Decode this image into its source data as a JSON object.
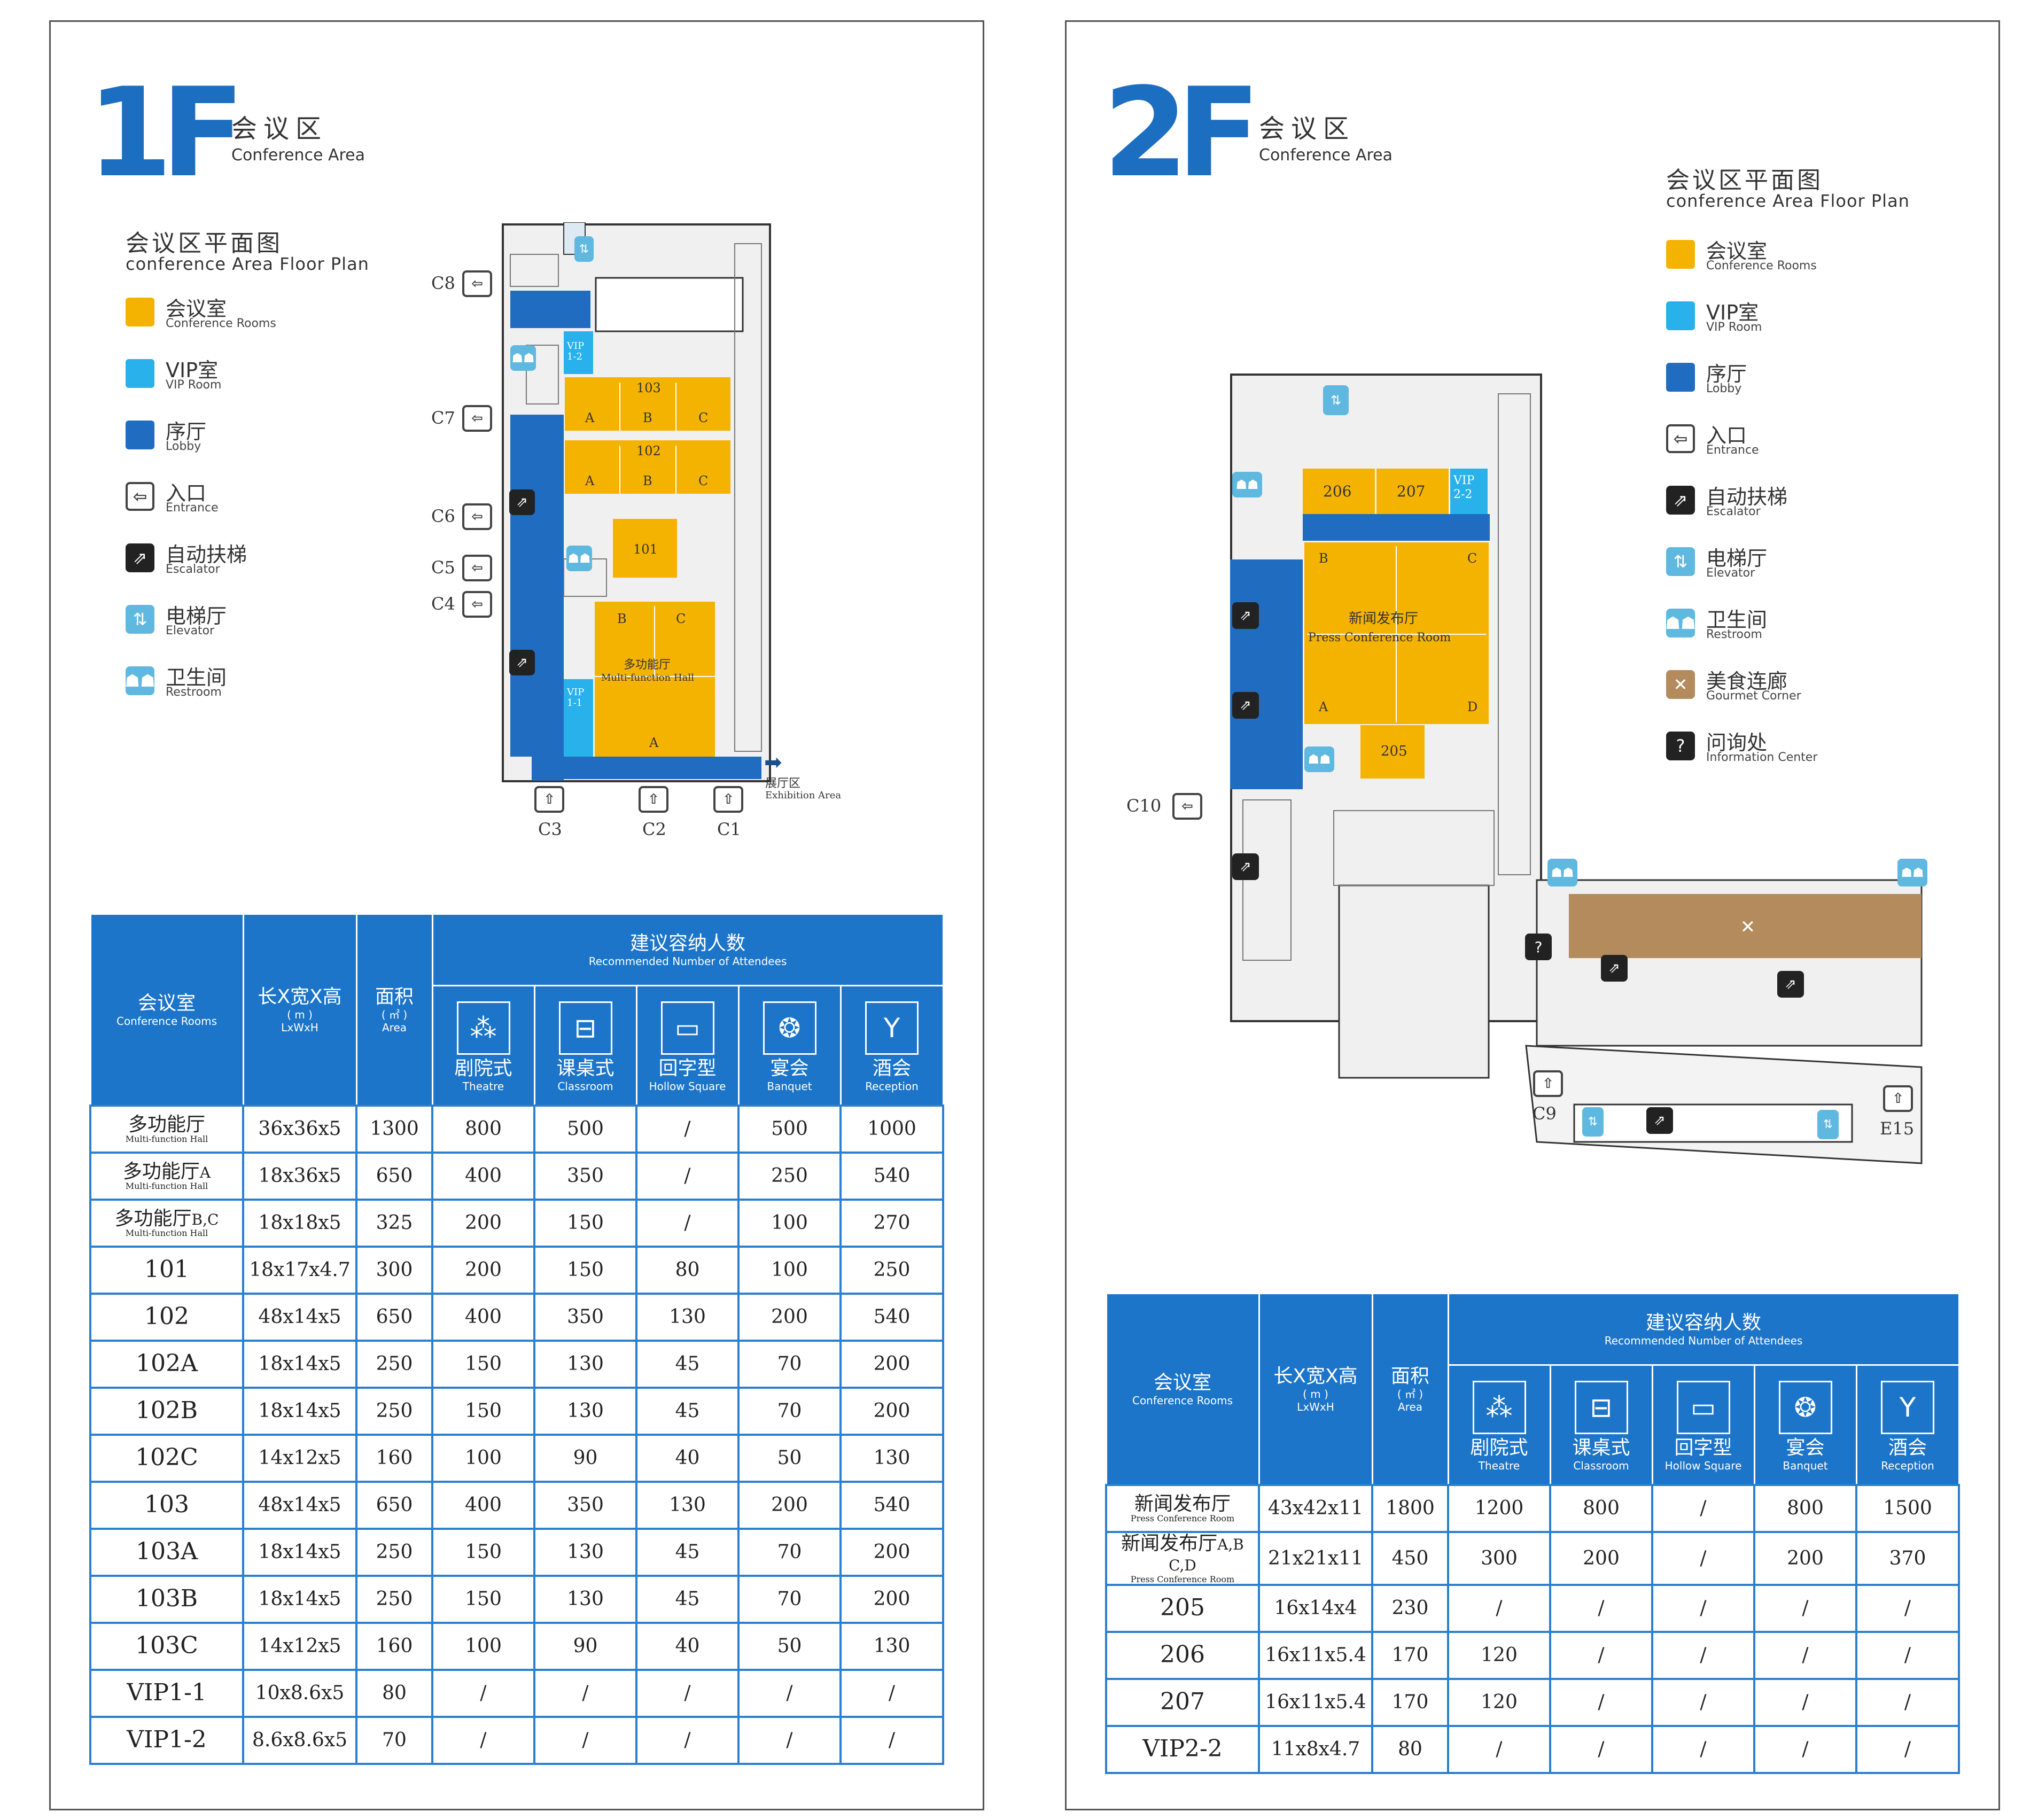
{
  "floor1": {
    "floor_label": "1F",
    "zone_zh": "会议区",
    "zone_en": "Conference Area",
    "plan_zh": "会议区平面图",
    "plan_en": "conference Area Floor Plan",
    "legend": [
      {
        "zh": "会议室",
        "en": "Conference Rooms",
        "icon": "conference-room-swatch",
        "color": "#f5b301"
      },
      {
        "zh": "VIP室",
        "en": "VIP Room",
        "icon": "vip-room-swatch",
        "color": "#29b1ec"
      },
      {
        "zh": "序厅",
        "en": "Lobby",
        "icon": "lobby-swatch",
        "color": "#1f6cc0"
      },
      {
        "zh": "入口",
        "en": "Entrance",
        "icon": "entrance-icon"
      },
      {
        "zh": "自动扶梯",
        "en": "Escalator",
        "icon": "escalator-icon"
      },
      {
        "zh": "电梯厅",
        "en": "Elevator",
        "icon": "elevator-icon"
      },
      {
        "zh": "卫生间",
        "en": "Restroom",
        "icon": "restroom-icon"
      }
    ],
    "map": {
      "gates": [
        "C8",
        "C7",
        "C6",
        "C5",
        "C4",
        "C3",
        "C2",
        "C1"
      ],
      "rooms": {
        "r103": "103",
        "r102": "102",
        "r101": "101",
        "a": "A",
        "b": "B",
        "c": "C",
        "vip12": "VIP 1-2",
        "vip11": "VIP 1-1",
        "hall_zh": "多功能厅",
        "hall_en": "Multi-function Hall"
      },
      "exhibit_zh": "展厅区",
      "exhibit_en": "Exhibition Area"
    },
    "table": {
      "header": {
        "room_zh": "会议室",
        "room_en": "Conference Rooms",
        "dim_zh": "长X宽X高",
        "dim_unit": "( m )",
        "dim_en": "LxWxH",
        "area_zh": "面积",
        "area_unit": "( ㎡ )",
        "area_en": "Area",
        "group_zh": "建议容纳人数",
        "group_en": "Recommended Number of Attendees",
        "theatre_zh": "剧院式",
        "theatre_en": "Theatre",
        "classroom_zh": "课桌式",
        "classroom_en": "Classroom",
        "hollow_zh": "回字型",
        "hollow_en": "Hollow Square",
        "banquet_zh": "宴会",
        "banquet_en": "Banquet",
        "reception_zh": "酒会",
        "reception_en": "Reception"
      },
      "rows": [
        {
          "name": "多功能厅",
          "sub": "Multi-function Hall",
          "suffix": "",
          "dim": "36x36x5",
          "area": "1300",
          "theatre": "800",
          "classroom": "500",
          "hollow": "/",
          "banquet": "500",
          "reception": "1000"
        },
        {
          "name": "多功能厅",
          "sub": "Multi-function Hall",
          "suffix": "A",
          "dim": "18x36x5",
          "area": "650",
          "theatre": "400",
          "classroom": "350",
          "hollow": "/",
          "banquet": "250",
          "reception": "540"
        },
        {
          "name": "多功能厅",
          "sub": "Multi-function Hall",
          "suffix": "B,C",
          "dim": "18x18x5",
          "area": "325",
          "theatre": "200",
          "classroom": "150",
          "hollow": "/",
          "banquet": "100",
          "reception": "270"
        },
        {
          "name": "101",
          "sub": "",
          "suffix": "",
          "dim": "18x17x4.7",
          "area": "300",
          "theatre": "200",
          "classroom": "150",
          "hollow": "80",
          "banquet": "100",
          "reception": "250"
        },
        {
          "name": "102",
          "sub": "",
          "suffix": "",
          "dim": "48x14x5",
          "area": "650",
          "theatre": "400",
          "classroom": "350",
          "hollow": "130",
          "banquet": "200",
          "reception": "540"
        },
        {
          "name": "102A",
          "sub": "",
          "suffix": "",
          "dim": "18x14x5",
          "area": "250",
          "theatre": "150",
          "classroom": "130",
          "hollow": "45",
          "banquet": "70",
          "reception": "200"
        },
        {
          "name": "102B",
          "sub": "",
          "suffix": "",
          "dim": "18x14x5",
          "area": "250",
          "theatre": "150",
          "classroom": "130",
          "hollow": "45",
          "banquet": "70",
          "reception": "200"
        },
        {
          "name": "102C",
          "sub": "",
          "suffix": "",
          "dim": "14x12x5",
          "area": "160",
          "theatre": "100",
          "classroom": "90",
          "hollow": "40",
          "banquet": "50",
          "reception": "130"
        },
        {
          "name": "103",
          "sub": "",
          "suffix": "",
          "dim": "48x14x5",
          "area": "650",
          "theatre": "400",
          "classroom": "350",
          "hollow": "130",
          "banquet": "200",
          "reception": "540"
        },
        {
          "name": "103A",
          "sub": "",
          "suffix": "",
          "dim": "18x14x5",
          "area": "250",
          "theatre": "150",
          "classroom": "130",
          "hollow": "45",
          "banquet": "70",
          "reception": "200"
        },
        {
          "name": "103B",
          "sub": "",
          "suffix": "",
          "dim": "18x14x5",
          "area": "250",
          "theatre": "150",
          "classroom": "130",
          "hollow": "45",
          "banquet": "70",
          "reception": "200"
        },
        {
          "name": "103C",
          "sub": "",
          "suffix": "",
          "dim": "14x12x5",
          "area": "160",
          "theatre": "100",
          "classroom": "90",
          "hollow": "40",
          "banquet": "50",
          "reception": "130"
        },
        {
          "name": "VIP1-1",
          "sub": "",
          "suffix": "",
          "dim": "10x8.6x5",
          "area": "80",
          "theatre": "/",
          "classroom": "/",
          "hollow": "/",
          "banquet": "/",
          "reception": "/"
        },
        {
          "name": "VIP1-2",
          "sub": "",
          "suffix": "",
          "dim": "8.6x8.6x5",
          "area": "70",
          "theatre": "/",
          "classroom": "/",
          "hollow": "/",
          "banquet": "/",
          "reception": "/"
        }
      ]
    }
  },
  "floor2": {
    "floor_label": "2F",
    "zone_zh": "会议区",
    "zone_en": "Conference Area",
    "plan_zh": "会议区平面图",
    "plan_en": "conference Area Floor Plan",
    "legend": [
      {
        "zh": "会议室",
        "en": "Conference Rooms",
        "icon": "conference-room-swatch",
        "color": "#f5b301"
      },
      {
        "zh": "VIP室",
        "en": "VIP Room",
        "icon": "vip-room-swatch",
        "color": "#29b1ec"
      },
      {
        "zh": "序厅",
        "en": "Lobby",
        "icon": "lobby-swatch",
        "color": "#1f6cc0"
      },
      {
        "zh": "入口",
        "en": "Entrance",
        "icon": "entrance-icon"
      },
      {
        "zh": "自动扶梯",
        "en": "Escalator",
        "icon": "escalator-icon"
      },
      {
        "zh": "电梯厅",
        "en": "Elevator",
        "icon": "elevator-icon"
      },
      {
        "zh": "卫生间",
        "en": "Restroom",
        "icon": "restroom-icon"
      },
      {
        "zh": "美食连廊",
        "en": "Gourmet Corner",
        "icon": "gourmet-icon"
      },
      {
        "zh": "问询处",
        "en": "Information Center",
        "icon": "info-icon"
      }
    ],
    "map": {
      "gates": [
        "C10",
        "C9",
        "E15"
      ],
      "rooms": {
        "r206": "206",
        "r207": "207",
        "vip22": "VIP 2-2",
        "r205": "205",
        "a": "A",
        "b": "B",
        "c": "C",
        "d": "D",
        "press_zh": "新闻发布厅",
        "press_en": "Press Conference Room"
      }
    },
    "table": {
      "header": {
        "room_zh": "会议室",
        "room_en": "Conference Rooms",
        "dim_zh": "长X宽X高",
        "dim_unit": "( m )",
        "dim_en": "LxWxH",
        "area_zh": "面积",
        "area_unit": "( ㎡ )",
        "area_en": "Area",
        "group_zh": "建议容纳人数",
        "group_en": "Recommended Number of Attendees",
        "theatre_zh": "剧院式",
        "theatre_en": "Theatre",
        "classroom_zh": "课桌式",
        "classroom_en": "Classroom",
        "hollow_zh": "回字型",
        "hollow_en": "Hollow Square",
        "banquet_zh": "宴会",
        "banquet_en": "Banquet",
        "reception_zh": "酒会",
        "reception_en": "Reception"
      },
      "rows": [
        {
          "name": "新闻发布厅",
          "sub": "Press Conference Room",
          "suffix": "",
          "dim": "43x42x11",
          "area": "1800",
          "theatre": "1200",
          "classroom": "800",
          "hollow": "/",
          "banquet": "800",
          "reception": "1500"
        },
        {
          "name": "新闻发布厅",
          "sub": "Press Conference Room",
          "suffix": "A,B C,D",
          "dim": "21x21x11",
          "area": "450",
          "theatre": "300",
          "classroom": "200",
          "hollow": "/",
          "banquet": "200",
          "reception": "370"
        },
        {
          "name": "205",
          "sub": "",
          "suffix": "",
          "dim": "16x14x4",
          "area": "230",
          "theatre": "/",
          "classroom": "/",
          "hollow": "/",
          "banquet": "/",
          "reception": "/"
        },
        {
          "name": "206",
          "sub": "",
          "suffix": "",
          "dim": "16x11x5.4",
          "area": "170",
          "theatre": "120",
          "classroom": "/",
          "hollow": "/",
          "banquet": "/",
          "reception": "/"
        },
        {
          "name": "207",
          "sub": "",
          "suffix": "",
          "dim": "16x11x5.4",
          "area": "170",
          "theatre": "120",
          "classroom": "/",
          "hollow": "/",
          "banquet": "/",
          "reception": "/"
        },
        {
          "name": "VIP2-2",
          "sub": "",
          "suffix": "",
          "dim": "11x8x4.7",
          "area": "80",
          "theatre": "/",
          "classroom": "/",
          "hollow": "/",
          "banquet": "/",
          "reception": "/"
        }
      ]
    }
  }
}
